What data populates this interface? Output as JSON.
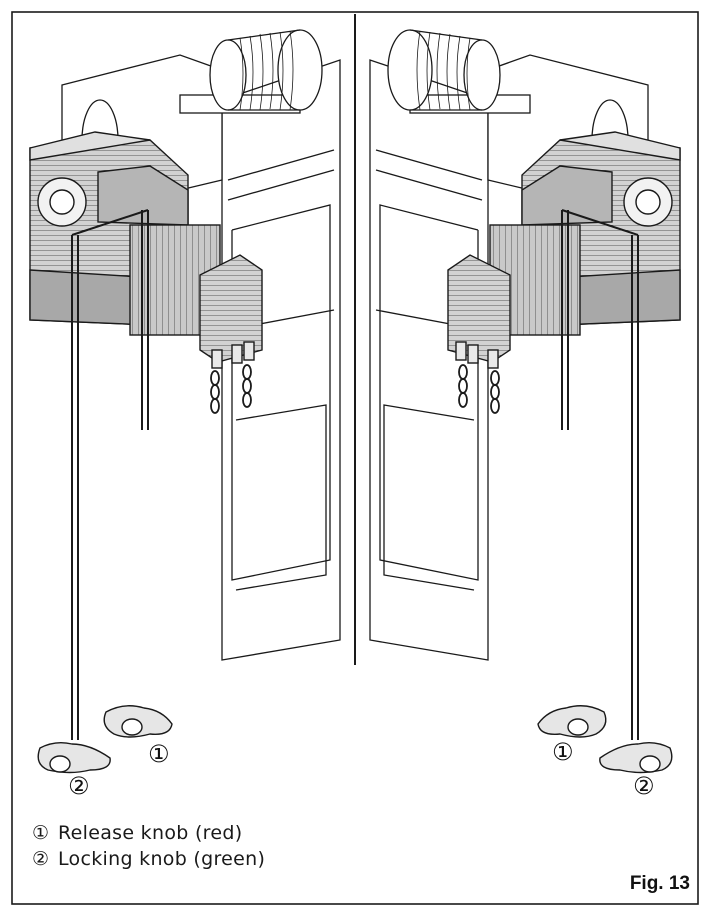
{
  "figure": {
    "label": "Fig. 13",
    "callouts": {
      "left_release": "①",
      "left_locking": "②",
      "right_release": "①",
      "right_locking": "②"
    },
    "legend": [
      {
        "marker": "①",
        "text": "Release knob (red)"
      },
      {
        "marker": "②",
        "text": "Locking knob (green)"
      }
    ]
  },
  "colors": {
    "line": "#1a1a1a",
    "housing_light": "#d9d9d9",
    "housing_mid": "#bdbdbd",
    "housing_dark": "#9e9e9e",
    "background": "#ffffff"
  }
}
